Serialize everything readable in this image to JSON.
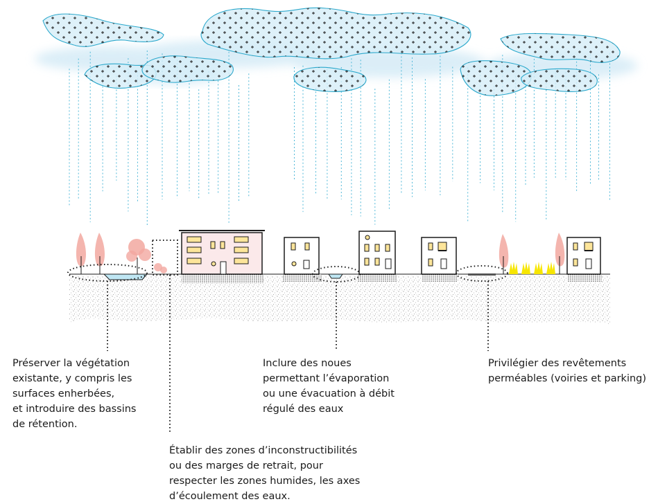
{
  "colors": {
    "rain": "#4fb8d8",
    "cloud_outline": "#2aa8cc",
    "cloud_fill": "#d6eef8",
    "haze": "#cfe8f5",
    "tree": "#f2a8a0",
    "building_outline": "#1a1a1a",
    "window_lit": "#fde59a",
    "facade_pink": "#fbe9ea",
    "water": "#bfe6f3",
    "grass": "#f7e600",
    "soil": "#9a9a9a",
    "leader": "#1a1a1a"
  },
  "icons": [
    "cloud-icon",
    "rain-icon",
    "tree-icon",
    "building-icon",
    "house-icon",
    "bush-icon",
    "basin-icon",
    "noue-icon",
    "grass-icon"
  ],
  "captions": {
    "vegetation": "Préserver la végétation\nexistante, y compris les\nsurfaces enherbées,\net introduire des bassins\nde rétention.",
    "setback": "Établir des zones d’inconstructibilités\nou des marges de retrait, pour\nrespecter les zones humides, les axes\nd’écoulement des eaux.",
    "noues": "Inclure des noues\npermettant l’évaporation\nou une évacuation à débit\nrégulé des eaux",
    "paving": "Privilégier des revêtements\nperméables (voiries et parking)"
  }
}
